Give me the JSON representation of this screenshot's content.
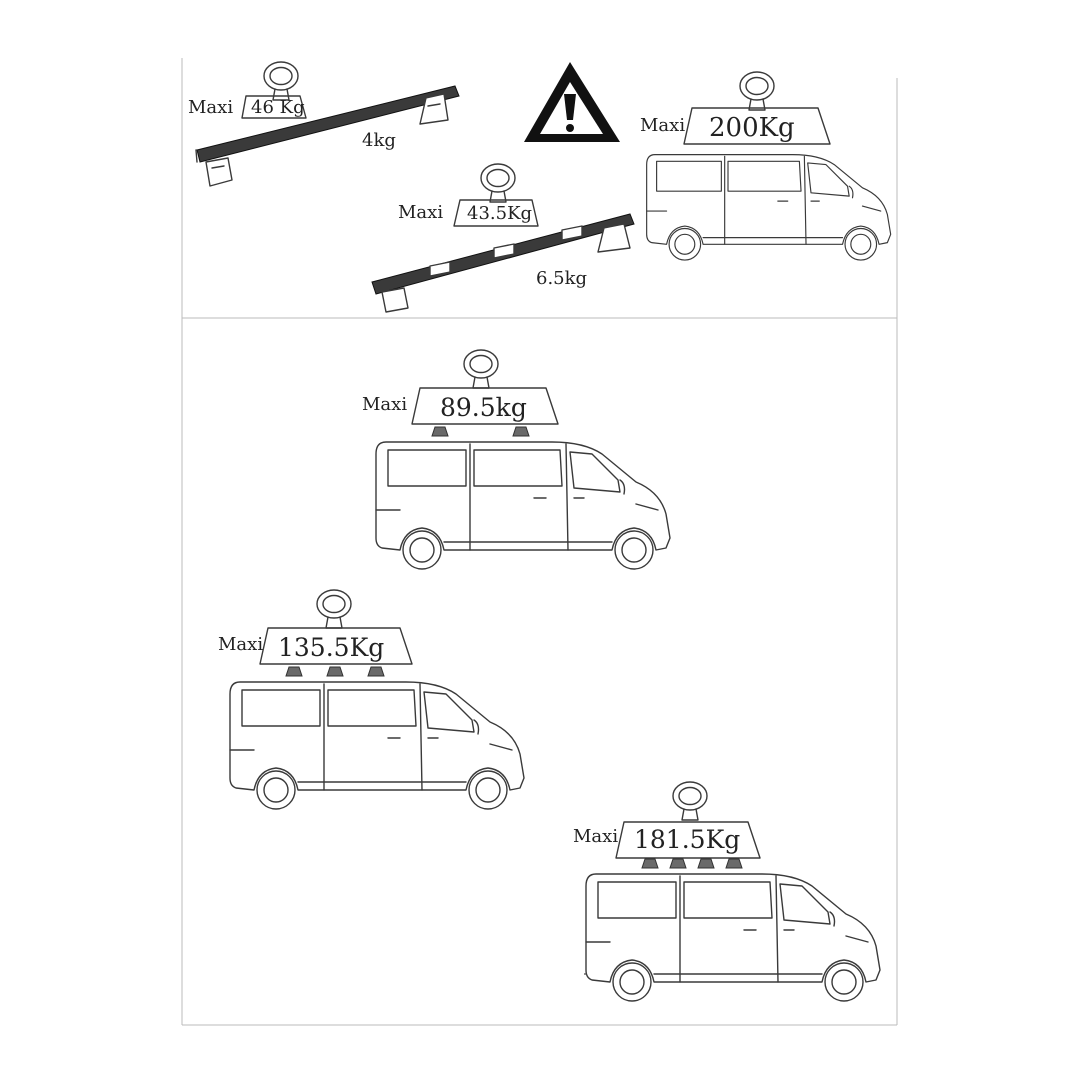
{
  "prefix": "Maxi",
  "warning_icon": "warning-triangle-icon",
  "weight_icon": "hanging-weight-icon",
  "top": {
    "bar2": {
      "maxi": "46 Kg",
      "weight": "4kg"
    },
    "bar3": {
      "maxi": "43.5Kg",
      "weight": "6.5kg"
    },
    "van_total": {
      "maxi": "200Kg"
    }
  },
  "scenarios": [
    {
      "maxi": "89.5kg",
      "feet": 2
    },
    {
      "maxi": "135.5Kg",
      "feet": 3
    },
    {
      "maxi": "181.5Kg",
      "feet": 4
    }
  ]
}
